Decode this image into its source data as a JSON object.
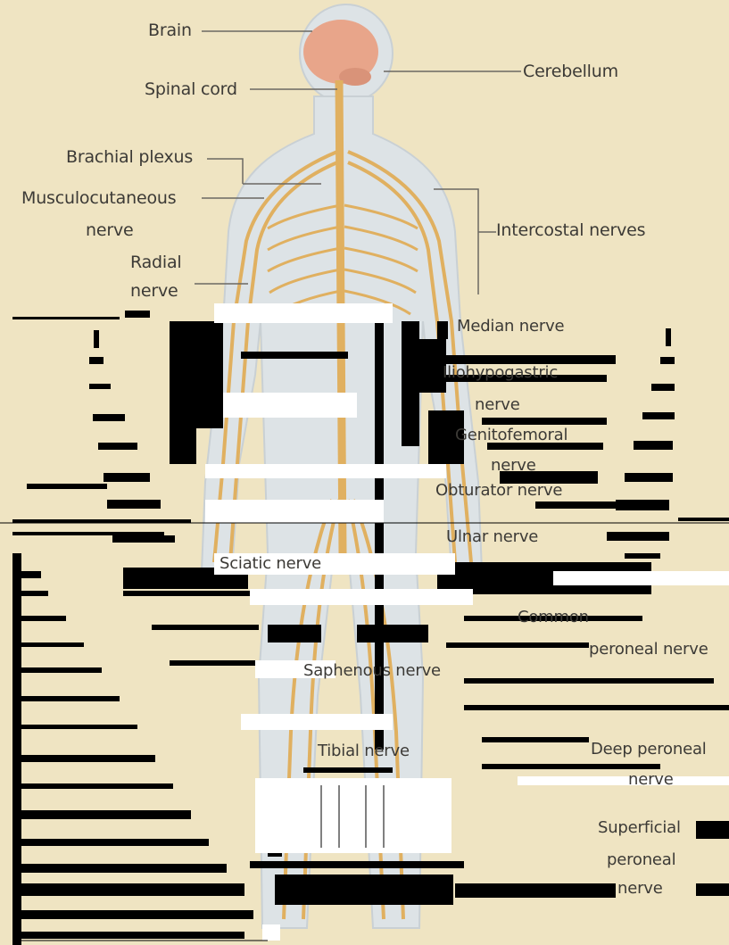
{
  "diagram": {
    "labels": {
      "brain": "Brain",
      "spinal_cord": "Spinal cord",
      "brachial_plexus": "Brachial plexus",
      "musculocutaneous_1": "Musculocutaneous",
      "musculocutaneous_2": "nerve",
      "radial_1": "Radial",
      "radial_2": "nerve",
      "cerebellum": "Cerebellum",
      "intercostal": "Intercostal nerves",
      "median": "Median nerve",
      "iliohypogastric": "Iliohypogastric",
      "iliohypogastric_2": "nerve",
      "genitofemoral": "Genitofemoral",
      "genitofemoral_2": "nerve",
      "obturator": "Obturator nerve",
      "ulnar": "Ulnar nerve",
      "sciatic": "Sciatic nerve",
      "common_peroneal": "Common",
      "common_peroneal_2": "peroneal nerve",
      "saphenous": "Saphenous nerve",
      "tibial": "Tibial nerve",
      "deep_peroneal": "Deep peroneal",
      "deep_peroneal_2": "nerve",
      "superficial_peroneal": "Superficial",
      "superficial_peroneal_2": "peroneal",
      "superficial_peroneal_3": "nerve"
    },
    "colors": {
      "background": "#efe4c2",
      "body_fill": "#dde3e6",
      "nerve": "#e0b060",
      "brain": "#e8a58a",
      "text": "#3c3a36"
    }
  }
}
